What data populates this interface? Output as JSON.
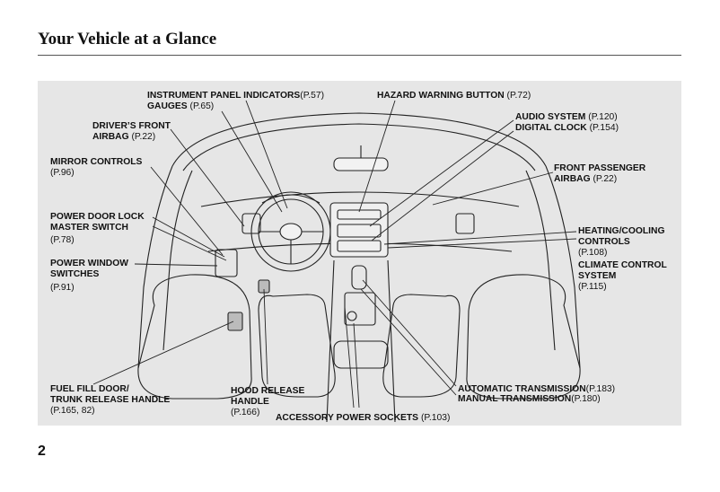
{
  "page": {
    "title": "Your Vehicle at a Glance",
    "number": "2"
  },
  "labels": {
    "instrument_panel": {
      "text": "INSTRUMENT PANEL INDICATORS",
      "page": "(P.57)"
    },
    "gauges": {
      "text": "GAUGES",
      "page": "(P.65)"
    },
    "hazard": {
      "text": "HAZARD WARNING BUTTON",
      "page": "(P.72)"
    },
    "audio": {
      "text": "AUDIO SYSTEM",
      "page": "(P.120)"
    },
    "clock": {
      "text": "DIGITAL CLOCK",
      "page": "(P.154)"
    },
    "drivers_airbag": {
      "line1": "DRIVER’S FRONT",
      "line2": "AIRBAG",
      "page": "(P.22)"
    },
    "mirror": {
      "text": "MIRROR CONTROLS",
      "page": "(P.96)"
    },
    "front_passenger": {
      "line1": "FRONT PASSENGER",
      "line2": "AIRBAG",
      "page": "(P.22)"
    },
    "door_lock": {
      "line1": "POWER DOOR LOCK",
      "line2": "MASTER SWITCH",
      "page": "(P.78)"
    },
    "heating": {
      "line1": "HEATING/COOLING",
      "line2": "CONTROLS",
      "page": "(P.108)"
    },
    "window": {
      "line1": "POWER WINDOW",
      "line2": "SWITCHES",
      "page": "(P.91)"
    },
    "climate": {
      "line1": "CLIMATE CONTROL",
      "line2": "SYSTEM",
      "page": "(P.115)"
    },
    "fuel": {
      "line1": "FUEL FILL DOOR/",
      "line2": "TRUNK RELEASE HANDLE",
      "page": "(P.165, 82)"
    },
    "hood": {
      "line1": "HOOD RELEASE",
      "line2": "HANDLE",
      "page": "(P.166)"
    },
    "auto_trans": {
      "text": "AUTOMATIC TRANSMISSION",
      "page": "(P.183)"
    },
    "manual_trans": {
      "text": "MANUAL TRANSMISSION",
      "page": "(P.180)"
    },
    "sockets": {
      "text": "ACCESSORY POWER SOCKETS",
      "page": "(P.103)"
    }
  },
  "colors": {
    "panel_bg": "#e6e6e6",
    "line": "#222222"
  }
}
